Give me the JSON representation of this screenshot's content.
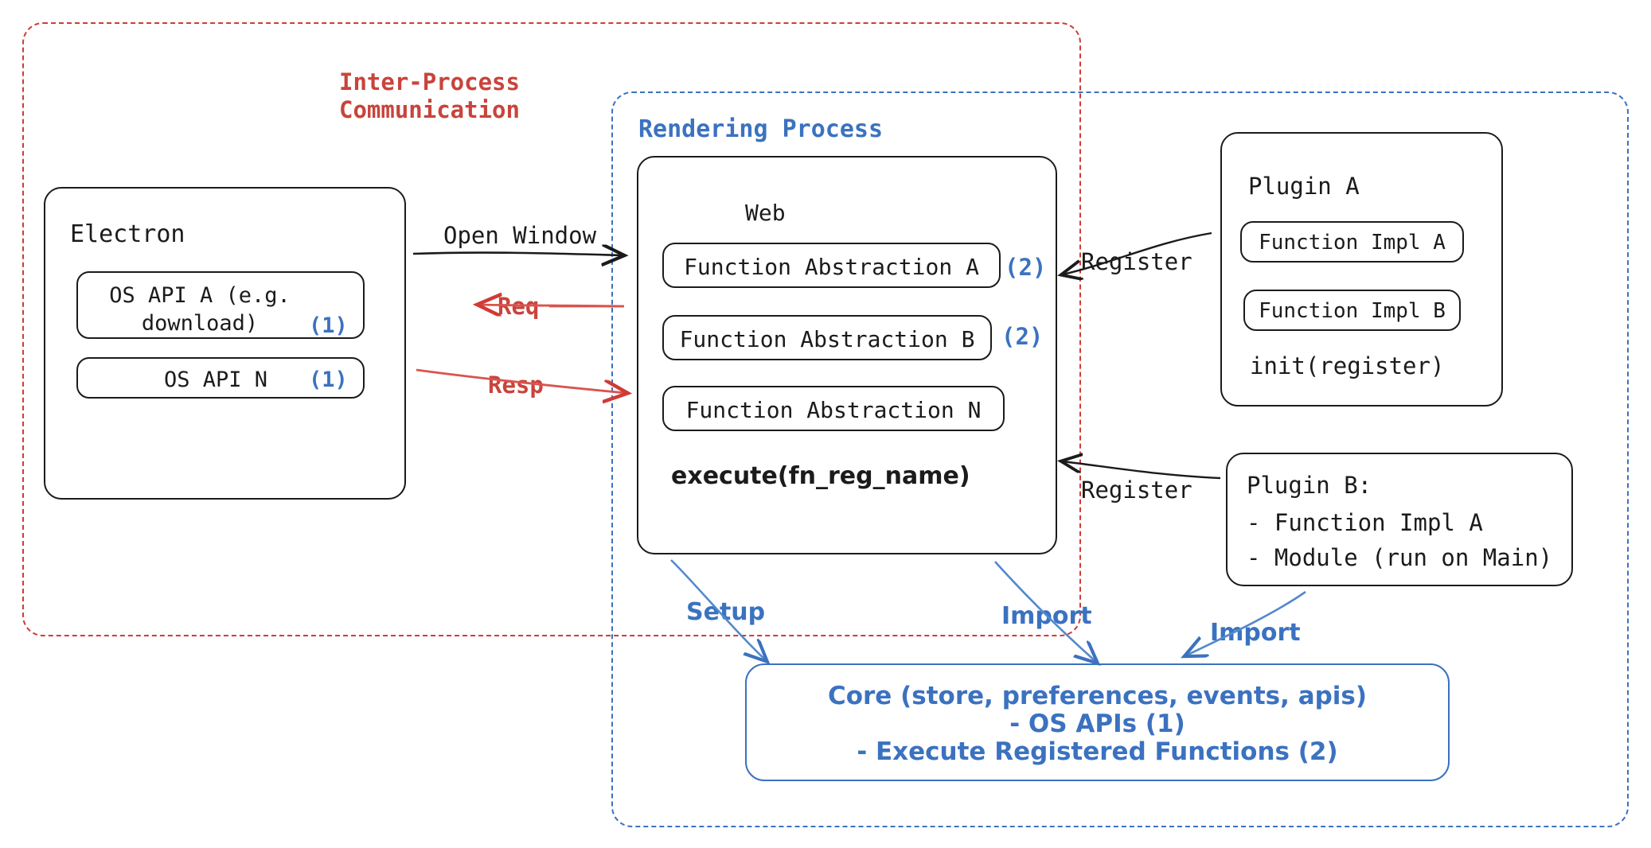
{
  "diagram": {
    "title": "Electron plugin architecture",
    "colors": {
      "ipc_red": "#d13b35",
      "render_blue": "#3b72c0",
      "ink_black": "#1b1b1b"
    }
  },
  "regions": {
    "ipc": {
      "label_line1": "Inter-Process",
      "label_line2": "Communication"
    },
    "rendering": {
      "label": "Rendering Process"
    }
  },
  "electron": {
    "title": "Electron",
    "apis": [
      {
        "label": "OS API A (e.g.\ndownload)",
        "marker": "(1)"
      },
      {
        "label": "OS API N",
        "marker": "(1)"
      }
    ]
  },
  "web": {
    "title": "Web",
    "abstractions": [
      {
        "label": "Function Abstraction A",
        "marker": "(2)"
      },
      {
        "label": "Function Abstraction B",
        "marker": "(2)"
      },
      {
        "label": "Function Abstraction N",
        "marker": ""
      }
    ],
    "footer": "execute(fn_reg_name)"
  },
  "plugin_a": {
    "title": "Plugin A",
    "items": [
      "Function Impl A",
      "Function Impl B"
    ],
    "footer": "init(register)"
  },
  "plugin_b": {
    "lines": [
      "Plugin B:",
      "- Function Impl A",
      "- Module (run on Main)"
    ]
  },
  "core": {
    "line1": "Core (store, preferences, events, apis)",
    "line2": "- OS APIs (1)",
    "line3": "- Execute Registered Functions (2)"
  },
  "edges": {
    "open_window": "Open Window",
    "req": "Req",
    "resp": "Resp",
    "register_a": "Register",
    "register_b": "Register",
    "setup": "Setup",
    "import_web": "Import",
    "import_plugin_b": "Import"
  }
}
